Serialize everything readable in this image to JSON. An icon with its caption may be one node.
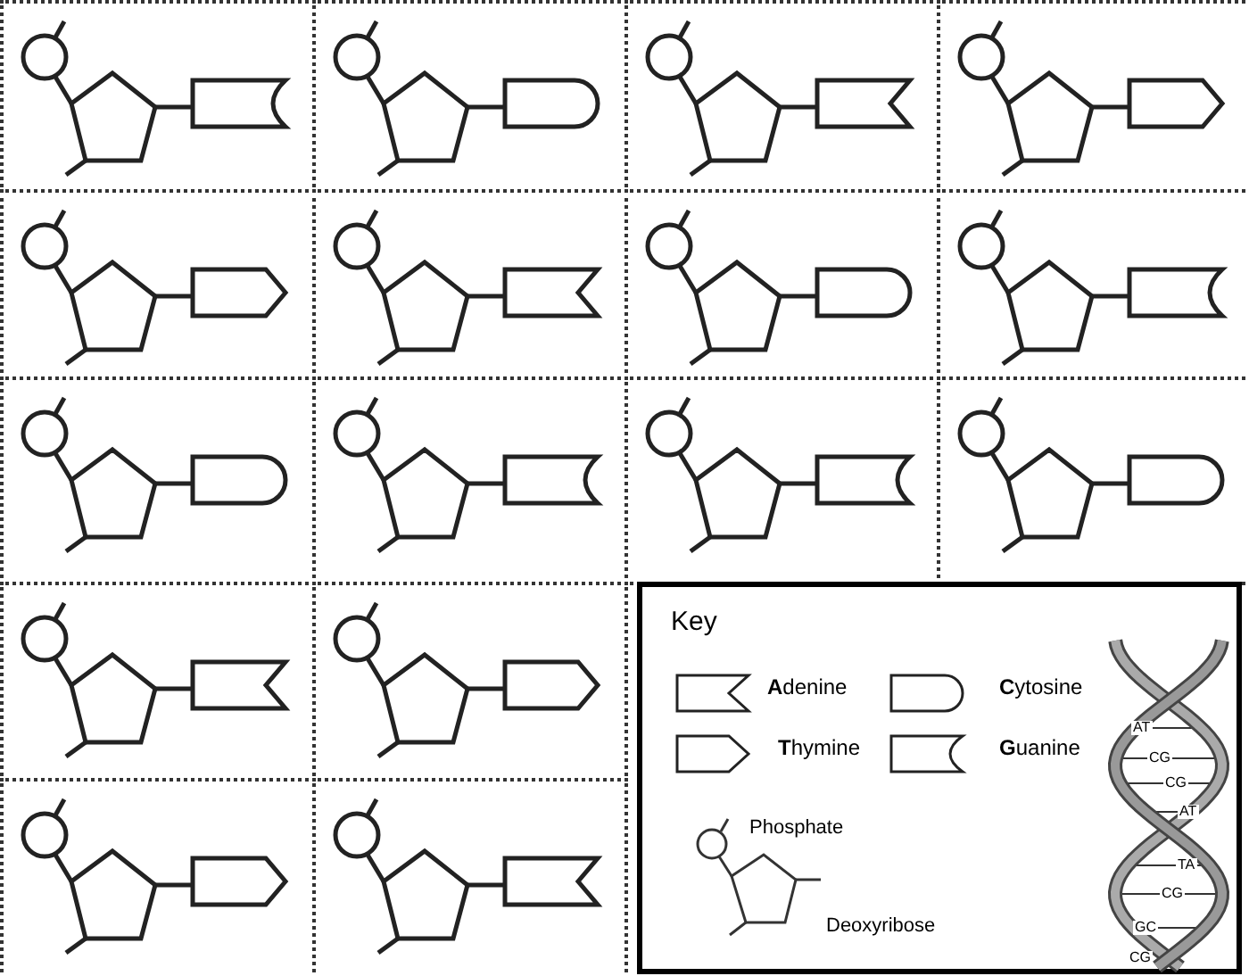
{
  "diagram": {
    "labels": [
      "Key",
      "Phosphate",
      "Deoxyribose",
      "AT",
      "CG",
      "CG",
      "AT",
      "TA",
      "CG",
      "GC",
      "CG"
    ],
    "legend": [
      {
        "text": "**A**denine"
      },
      {
        "text": "**C**ytosine"
      },
      {
        "text": "**T**hymine"
      },
      {
        "text": "**G**uanine"
      }
    ]
  }
}
